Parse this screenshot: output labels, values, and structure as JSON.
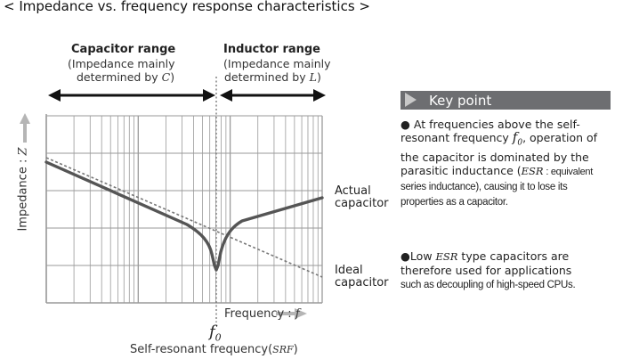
{
  "title": "< Impedance vs. frequency response characteristics >",
  "capacitor_range": {
    "heading": "Capacitor range",
    "line1": "(Impedance mainly",
    "line2_prefix": "determined by ",
    "symbol": "C",
    "line2_suffix": ")"
  },
  "inductor_range": {
    "heading": "Inductor range",
    "line1": "(Impedance mainly",
    "line2_prefix": "determined by ",
    "symbol": "L",
    "line2_suffix": ")"
  },
  "y_axis": {
    "label": "Impedance : ",
    "symbol": "Z"
  },
  "x_axis": {
    "label": "Frequency : ",
    "symbol": "f"
  },
  "srf": {
    "symbol": "f",
    "subscript": "0",
    "caption": "Self-resonant frequency(",
    "abbr": "SRF",
    "close": ")"
  },
  "curves": {
    "actual": {
      "line1": "Actual",
      "line2": "capacitor"
    },
    "ideal": {
      "line1": "Ideal",
      "line2": "capacitor"
    }
  },
  "key_point": {
    "heading": "Key point",
    "note1": {
      "bullet": "●",
      "text_a": " At frequencies above the self-resonant frequency ",
      "f_symbol": "f",
      "f_sub": "0",
      "text_b": ", operation of the capacitor is dominated by the parasitic inductance (",
      "esr": "ESR",
      "text_c": " : equivalent",
      "text_d": "series inductance), causing it to lose its properties as a capacitor."
    },
    "note2": {
      "bullet": "●",
      "text_a": "Low ",
      "esr": "ESR",
      "text_b": " type capacitors are therefore used for applications",
      "text_c": "such as decoupling of high-speed CPUs."
    }
  },
  "colors": {
    "actual_curve": "#555555",
    "ideal_curve": "#777777",
    "grid": "#9a9a9a",
    "axis_arrow": "#b5b5b5",
    "range_arrow": "#111111",
    "key_point_bar": "#6d6e71"
  }
}
